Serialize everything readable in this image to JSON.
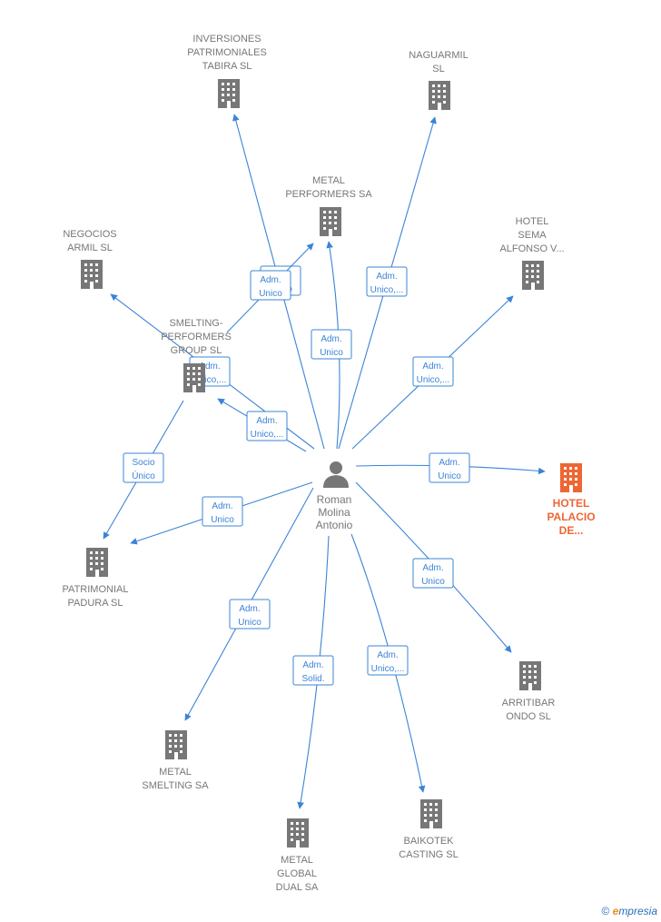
{
  "center": {
    "label": [
      "Roman",
      "Molina",
      "Antonio"
    ]
  },
  "companies": [
    {
      "id": "inversiones",
      "label": [
        "INVERSIONES",
        "PATRIMONIALES",
        "TABIRA  SL"
      ],
      "highlight": false
    },
    {
      "id": "naguarmil",
      "label": [
        "NAGUARMIL",
        "SL"
      ],
      "highlight": false
    },
    {
      "id": "metal-performers",
      "label": [
        "METAL",
        "PERFORMERS SA"
      ],
      "highlight": false
    },
    {
      "id": "negocios-armil",
      "label": [
        "NEGOCIOS",
        "ARMIL  SL"
      ],
      "highlight": false
    },
    {
      "id": "hotel-sema",
      "label": [
        "HOTEL",
        "SEMA",
        "ALFONSO V..."
      ],
      "highlight": false
    },
    {
      "id": "smelting-performers",
      "label": [
        "SMELTING-",
        "PERFORMERS",
        "GROUP  SL"
      ],
      "highlight": false
    },
    {
      "id": "hotel-palacio",
      "label": [
        "HOTEL",
        "PALACIO",
        "DE..."
      ],
      "highlight": true
    },
    {
      "id": "patrimonial-padura",
      "label": [
        "PATRIMONIAL",
        "PADURA  SL"
      ],
      "highlight": false
    },
    {
      "id": "arritibar",
      "label": [
        "ARRITIBAR",
        "ONDO SL"
      ],
      "highlight": false
    },
    {
      "id": "metal-smelting",
      "label": [
        "METAL",
        "SMELTING SA"
      ],
      "highlight": false
    },
    {
      "id": "metal-global",
      "label": [
        "METAL",
        "GLOBAL",
        "DUAL SA"
      ],
      "highlight": false
    },
    {
      "id": "baikotek",
      "label": [
        "BAIKOTEK",
        "CASTING  SL"
      ],
      "highlight": false
    }
  ],
  "edges": [
    {
      "id": "e-inversiones",
      "label": [
        "Adm.",
        "Unico"
      ]
    },
    {
      "id": "e-naguarmil",
      "label": [
        "Adm.",
        "Unico,..."
      ]
    },
    {
      "id": "e-metal-performers",
      "label": [
        "Adm.",
        "Unico"
      ]
    },
    {
      "id": "e-negocios",
      "label": [
        "Adm.",
        "Unico,..."
      ]
    },
    {
      "id": "e-hotel-sema",
      "label": [
        "Adm.",
        "Unico,..."
      ]
    },
    {
      "id": "e-smelting",
      "label": [
        "Adm.",
        "Unico,..."
      ]
    },
    {
      "id": "e-smelting-metalperf",
      "label": [
        "Adm.",
        "Unico"
      ]
    },
    {
      "id": "e-smelting-patrimonial",
      "label": [
        "Socio",
        "Único"
      ]
    },
    {
      "id": "e-hotel-palacio",
      "label": [
        "Adm.",
        "Unico"
      ]
    },
    {
      "id": "e-patrimonial",
      "label": [
        "Adm.",
        "Unico"
      ]
    },
    {
      "id": "e-arritibar",
      "label": [
        "Adm.",
        "Unico"
      ]
    },
    {
      "id": "e-metal-smelting",
      "label": [
        "Adm.",
        "Unico"
      ]
    },
    {
      "id": "e-metal-global",
      "label": [
        "Adm.",
        "Solid."
      ]
    },
    {
      "id": "e-baikotek",
      "label": [
        "Adm.",
        "Unico,..."
      ]
    }
  ],
  "footer": {
    "copyright": "©",
    "brand_e": "e",
    "brand_rest": "mpresia"
  },
  "colors": {
    "edge": "#3b84d6",
    "building": "#777777",
    "highlight": "#ee6633",
    "person": "#777777"
  }
}
